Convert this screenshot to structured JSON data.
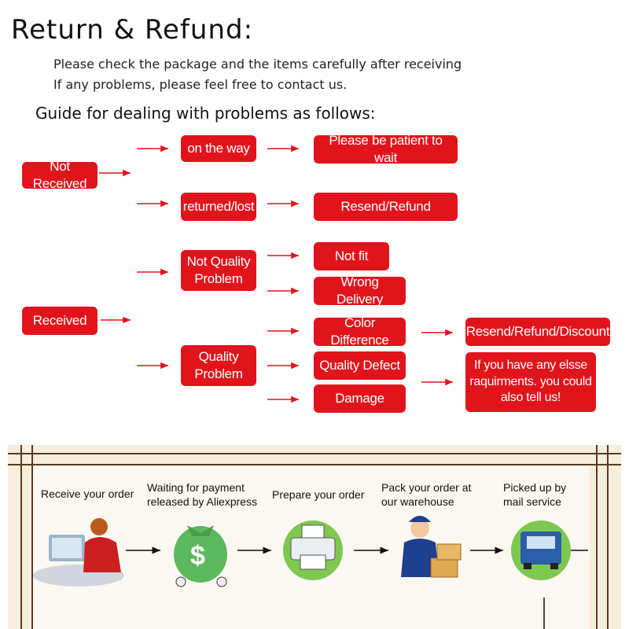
{
  "header": {
    "title": "Return & Refund:",
    "notes": [
      "Please check the package and the items carefully after receiving",
      "If any problems, please feel free to contact us."
    ],
    "guide": "Guide for dealing with problems as follows:"
  },
  "diagram": {
    "not_received": "Not Received",
    "on_the_way": "on the way",
    "be_patient": "Please be patient to wait",
    "returned_lost": "returned/lost",
    "resend_refund": "Resend/Refund",
    "received": "Received",
    "not_quality_problem": "Not Quality Problem",
    "not_fit": "Not fit",
    "wrong_delivery": "Wrong Delivery",
    "quality_problem": "Quality Problem",
    "color_difference": "Color Difference",
    "quality_defect": "Quality Defect",
    "damage": "Damage",
    "resend_refund_discount": "Resend/Refund/Discount",
    "other_requirements": "If you have any elsse raquirments. you could also tell us!"
  },
  "order_process": {
    "steps": [
      "Receive your order",
      "Waiting for payment released by Aliexpress",
      "Prepare your order",
      "Pack your order at our warehouse",
      "Picked up by mail service"
    ]
  },
  "colors": {
    "box_red": "#e1141c",
    "strip_bg": "#f6eedc",
    "rail": "#5a3a1e"
  }
}
